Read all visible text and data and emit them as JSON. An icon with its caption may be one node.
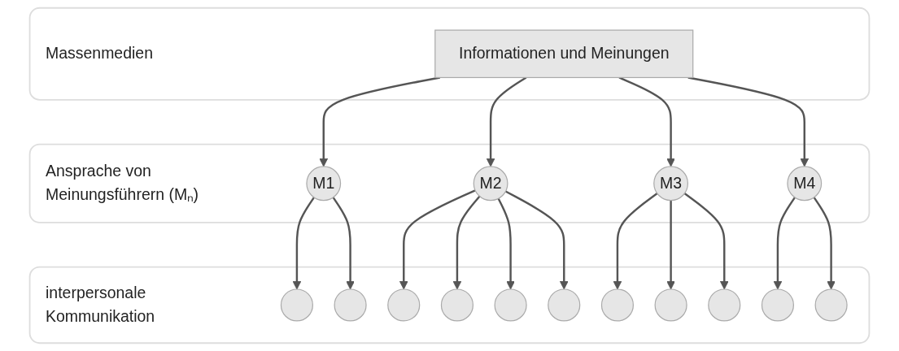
{
  "diagram": {
    "nodes": [
      {
        "text": [
          "Massenmedien"
        ]
      },
      {
        "text": [
          "Informationen und Meinungen"
        ],
        "in": 0
      },
      {
        "text": [
          "Ansprache von Meinungsführern (Mₙ)"
        ]
      },
      {
        "text": [
          "M1"
        ],
        "in": 2
      },
      {
        "text": [
          "M2"
        ],
        "in": 2
      },
      {
        "text": [
          "M3"
        ],
        "in": 2
      },
      {
        "text": [
          "M4"
        ],
        "in": 2
      },
      {
        "text": [
          "interpersonale Kommunikation"
        ]
      },
      {
        "text": [],
        "shape": "circle",
        "in": 7
      },
      {
        "text": [],
        "shape": "circle",
        "in": 7
      },
      {
        "text": [],
        "shape": "circle",
        "in": 7
      },
      {
        "text": [],
        "shape": "circle",
        "in": 7
      },
      {
        "text": [],
        "shape": "circle",
        "in": 7
      },
      {
        "text": [],
        "shape": "circle",
        "in": 7
      },
      {
        "text": [],
        "shape": "circle",
        "in": 7
      },
      {
        "text": [],
        "shape": "circle",
        "in": 7
      },
      {
        "text": [],
        "shape": "circle",
        "in": 7
      },
      {
        "text": [],
        "shape": "circle",
        "in": 7
      },
      {
        "text": [],
        "shape": "circle",
        "in": 7
      }
    ],
    "edges": [
      {
        "from": 1,
        "to": 3,
        "arrow": "to"
      },
      {
        "from": 1,
        "to": 4,
        "arrow": "to"
      },
      {
        "from": 1,
        "to": 5,
        "arrow": "to"
      },
      {
        "from": 1,
        "to": 6,
        "arrow": "to"
      },
      {
        "from": 3,
        "to": 8,
        "arrow": "to"
      },
      {
        "from": 3,
        "to": 9,
        "arrow": "to"
      },
      {
        "from": 4,
        "to": 10,
        "arrow": "to"
      },
      {
        "from": 4,
        "to": 11,
        "arrow": "to"
      },
      {
        "from": 4,
        "to": 12,
        "arrow": "to"
      },
      {
        "from": 4,
        "to": 13,
        "arrow": "to"
      },
      {
        "from": 5,
        "to": 14,
        "arrow": "to"
      },
      {
        "from": 5,
        "to": 15,
        "arrow": "to"
      },
      {
        "from": 5,
        "to": 16,
        "arrow": "to"
      },
      {
        "from": 6,
        "to": 17,
        "arrow": "to"
      },
      {
        "from": 6,
        "to": 18,
        "arrow": "to"
      }
    ]
  }
}
